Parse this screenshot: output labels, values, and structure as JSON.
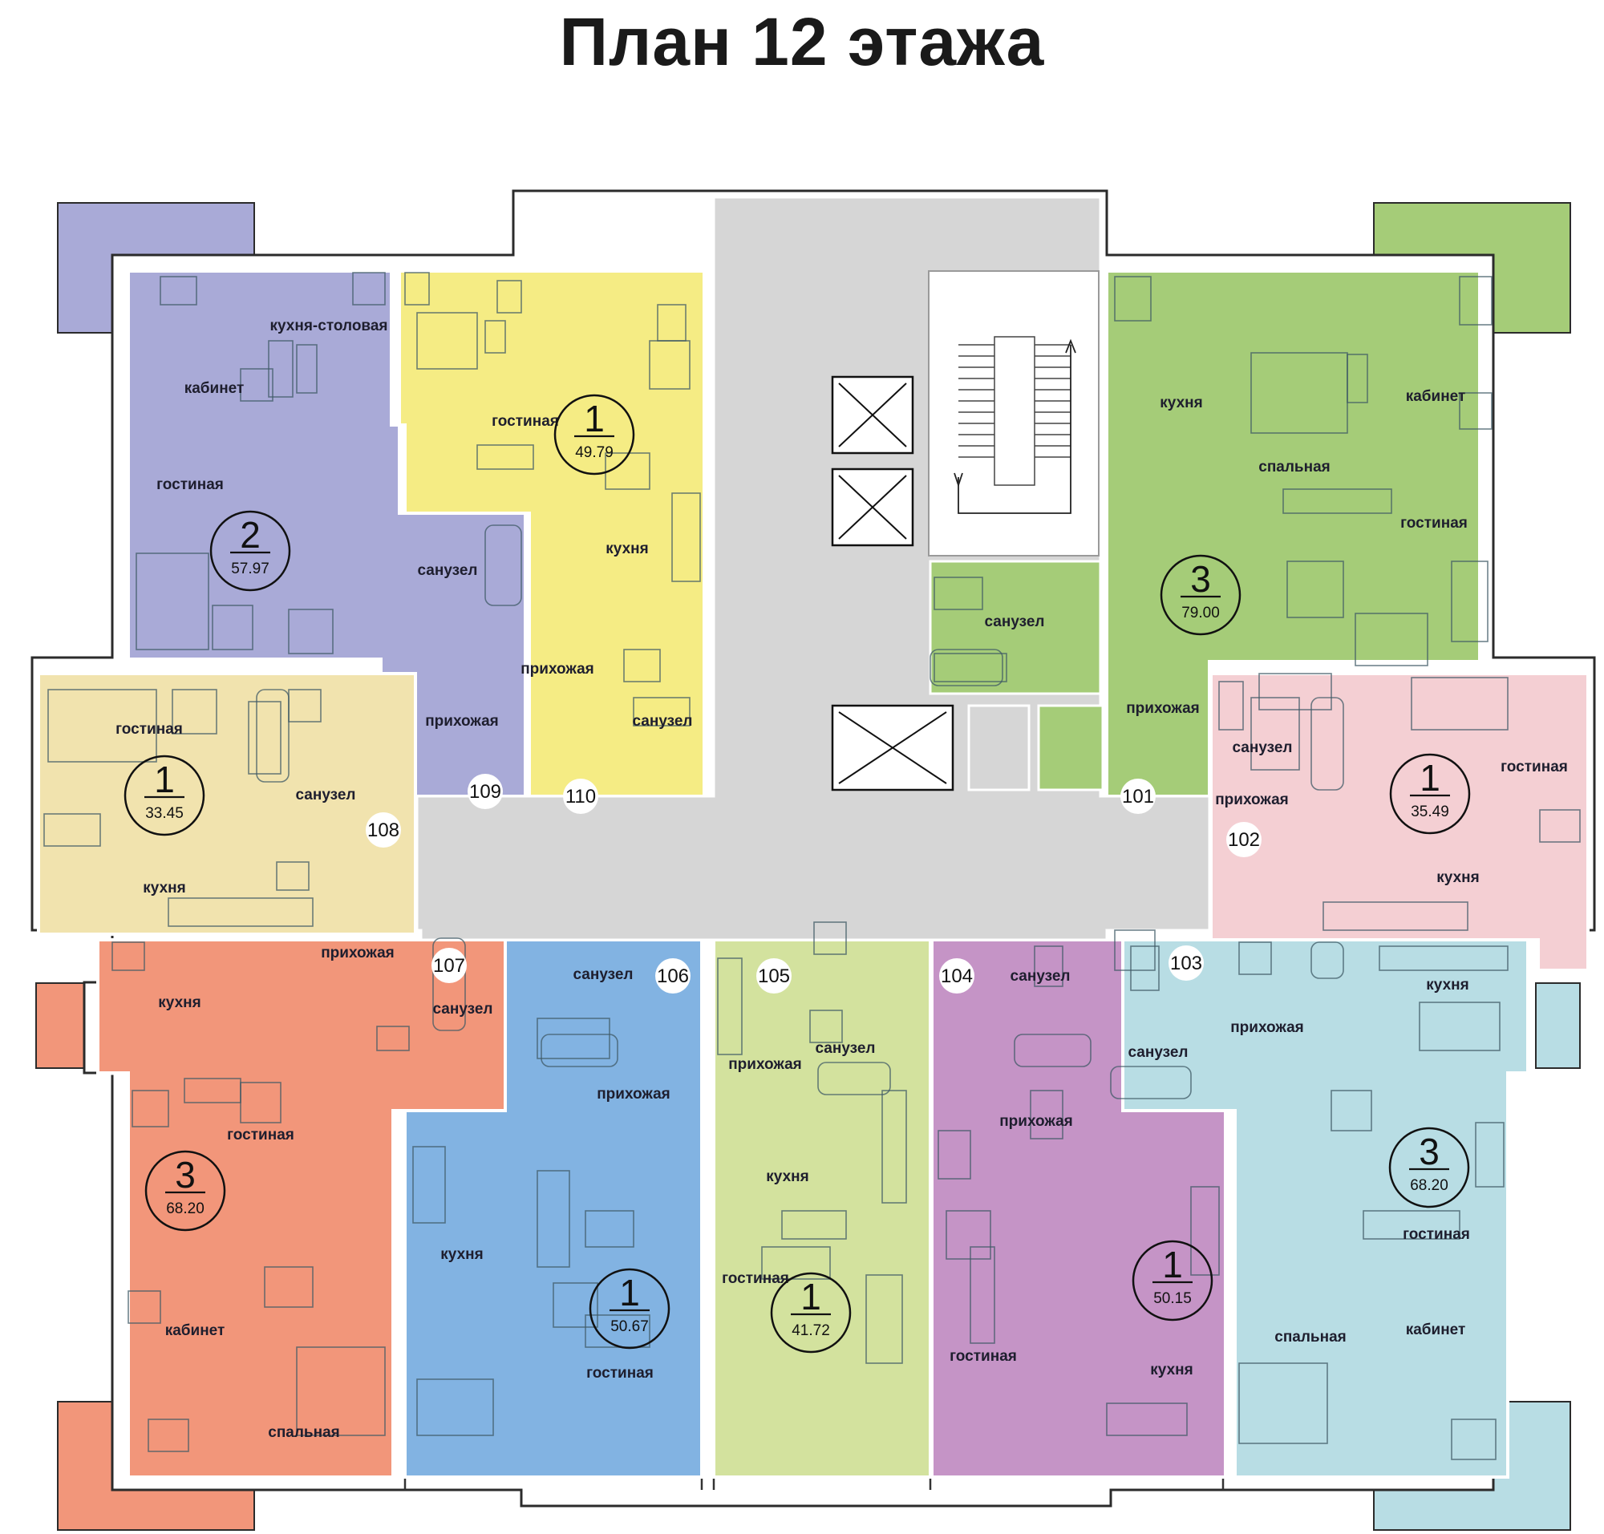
{
  "title": "План 12 этажа",
  "colors": {
    "corridor": "#d6d6d6",
    "apt_2_57": "#a9aad7",
    "apt_1_49": "#f5ec84",
    "apt_3_79": "#a5cc78",
    "apt_1_35": "#f4cfd3",
    "apt_1_33": "#f1e3ae",
    "apt_3_68_left": "#f2967a",
    "apt_1_50_67": "#82b3e2",
    "apt_1_41": "#d3e29e",
    "apt_1_50_15": "#c594c6",
    "apt_3_68_right": "#b8dde4"
  },
  "apartments": [
    {
      "id": "apt-2-57-97",
      "rooms": "2",
      "area": "57.97",
      "number": "109",
      "color": "#a9aad7"
    },
    {
      "id": "apt-1-49-79",
      "rooms": "1",
      "area": "49.79",
      "number": "110",
      "color": "#f5ec84"
    },
    {
      "id": "apt-3-79-00",
      "rooms": "3",
      "area": "79.00",
      "number": "101",
      "color": "#a5cc78"
    },
    {
      "id": "apt-1-35-49",
      "rooms": "1",
      "area": "35.49",
      "number": "102",
      "color": "#f4cfd3"
    },
    {
      "id": "apt-1-33-45",
      "rooms": "1",
      "area": "33.45",
      "number": "108",
      "color": "#f1e3ae"
    },
    {
      "id": "apt-3-68-20-left",
      "rooms": "3",
      "area": "68.20",
      "number": "107",
      "color": "#f2967a"
    },
    {
      "id": "apt-1-50-67",
      "rooms": "1",
      "area": "50.67",
      "number": "106",
      "color": "#82b3e2"
    },
    {
      "id": "apt-1-41-72",
      "rooms": "1",
      "area": "41.72",
      "number": "105",
      "color": "#d3e29e"
    },
    {
      "id": "apt-1-50-15",
      "rooms": "1",
      "area": "50.15",
      "number": "104",
      "color": "#c594c6"
    },
    {
      "id": "apt-3-68-20-right",
      "rooms": "3",
      "area": "68.20",
      "number": "103",
      "color": "#b8dde4"
    }
  ],
  "room_labels": [
    {
      "text": "кухня-столовая",
      "apt": "apt-2-57-97"
    },
    {
      "text": "кабинет",
      "apt": "apt-2-57-97"
    },
    {
      "text": "гостиная",
      "apt": "apt-2-57-97"
    },
    {
      "text": "санузел",
      "apt": "apt-2-57-97"
    },
    {
      "text": "прихожая",
      "apt": "apt-2-57-97"
    },
    {
      "text": "гостиная",
      "apt": "apt-1-49-79"
    },
    {
      "text": "кухня",
      "apt": "apt-1-49-79"
    },
    {
      "text": "прихожая",
      "apt": "apt-1-49-79"
    },
    {
      "text": "санузел",
      "apt": "apt-1-49-79"
    },
    {
      "text": "кухня",
      "apt": "apt-3-79-00"
    },
    {
      "text": "спальная",
      "apt": "apt-3-79-00"
    },
    {
      "text": "кабинет",
      "apt": "apt-3-79-00"
    },
    {
      "text": "гостиная",
      "apt": "apt-3-79-00"
    },
    {
      "text": "санузел",
      "apt": "apt-3-79-00"
    },
    {
      "text": "прихожая",
      "apt": "apt-3-79-00"
    },
    {
      "text": "санузел",
      "apt": "apt-1-35-49"
    },
    {
      "text": "прихожая",
      "apt": "apt-1-35-49"
    },
    {
      "text": "гостиная",
      "apt": "apt-1-35-49"
    },
    {
      "text": "кухня",
      "apt": "apt-1-35-49"
    },
    {
      "text": "гостиная",
      "apt": "apt-1-33-45"
    },
    {
      "text": "санузел",
      "apt": "apt-1-33-45"
    },
    {
      "text": "кухня",
      "apt": "apt-1-33-45"
    },
    {
      "text": "кухня",
      "apt": "apt-3-68-20-left"
    },
    {
      "text": "прихожая",
      "apt": "apt-3-68-20-left"
    },
    {
      "text": "санузел",
      "apt": "apt-3-68-20-left"
    },
    {
      "text": "гостиная",
      "apt": "apt-3-68-20-left"
    },
    {
      "text": "кабинет",
      "apt": "apt-3-68-20-left"
    },
    {
      "text": "спальная",
      "apt": "apt-3-68-20-left"
    },
    {
      "text": "санузел",
      "apt": "apt-1-50-67"
    },
    {
      "text": "прихожая",
      "apt": "apt-1-50-67"
    },
    {
      "text": "кухня",
      "apt": "apt-1-50-67"
    },
    {
      "text": "гостиная",
      "apt": "apt-1-50-67"
    },
    {
      "text": "прихожая",
      "apt": "apt-1-41-72"
    },
    {
      "text": "санузел",
      "apt": "apt-1-41-72"
    },
    {
      "text": "кухня",
      "apt": "apt-1-41-72"
    },
    {
      "text": "гостиная",
      "apt": "apt-1-41-72"
    },
    {
      "text": "санузел",
      "apt": "apt-1-50-15"
    },
    {
      "text": "прихожая",
      "apt": "apt-1-50-15"
    },
    {
      "text": "гостиная",
      "apt": "apt-1-50-15"
    },
    {
      "text": "кухня",
      "apt": "apt-1-50-15"
    },
    {
      "text": "санузел",
      "apt": "apt-3-68-20-right"
    },
    {
      "text": "прихожая",
      "apt": "apt-3-68-20-right"
    },
    {
      "text": "кухня",
      "apt": "apt-3-68-20-right"
    },
    {
      "text": "гостиная",
      "apt": "apt-3-68-20-right"
    },
    {
      "text": "спальная",
      "apt": "apt-3-68-20-right"
    },
    {
      "text": "кабинет",
      "apt": "apt-3-68-20-right"
    }
  ]
}
